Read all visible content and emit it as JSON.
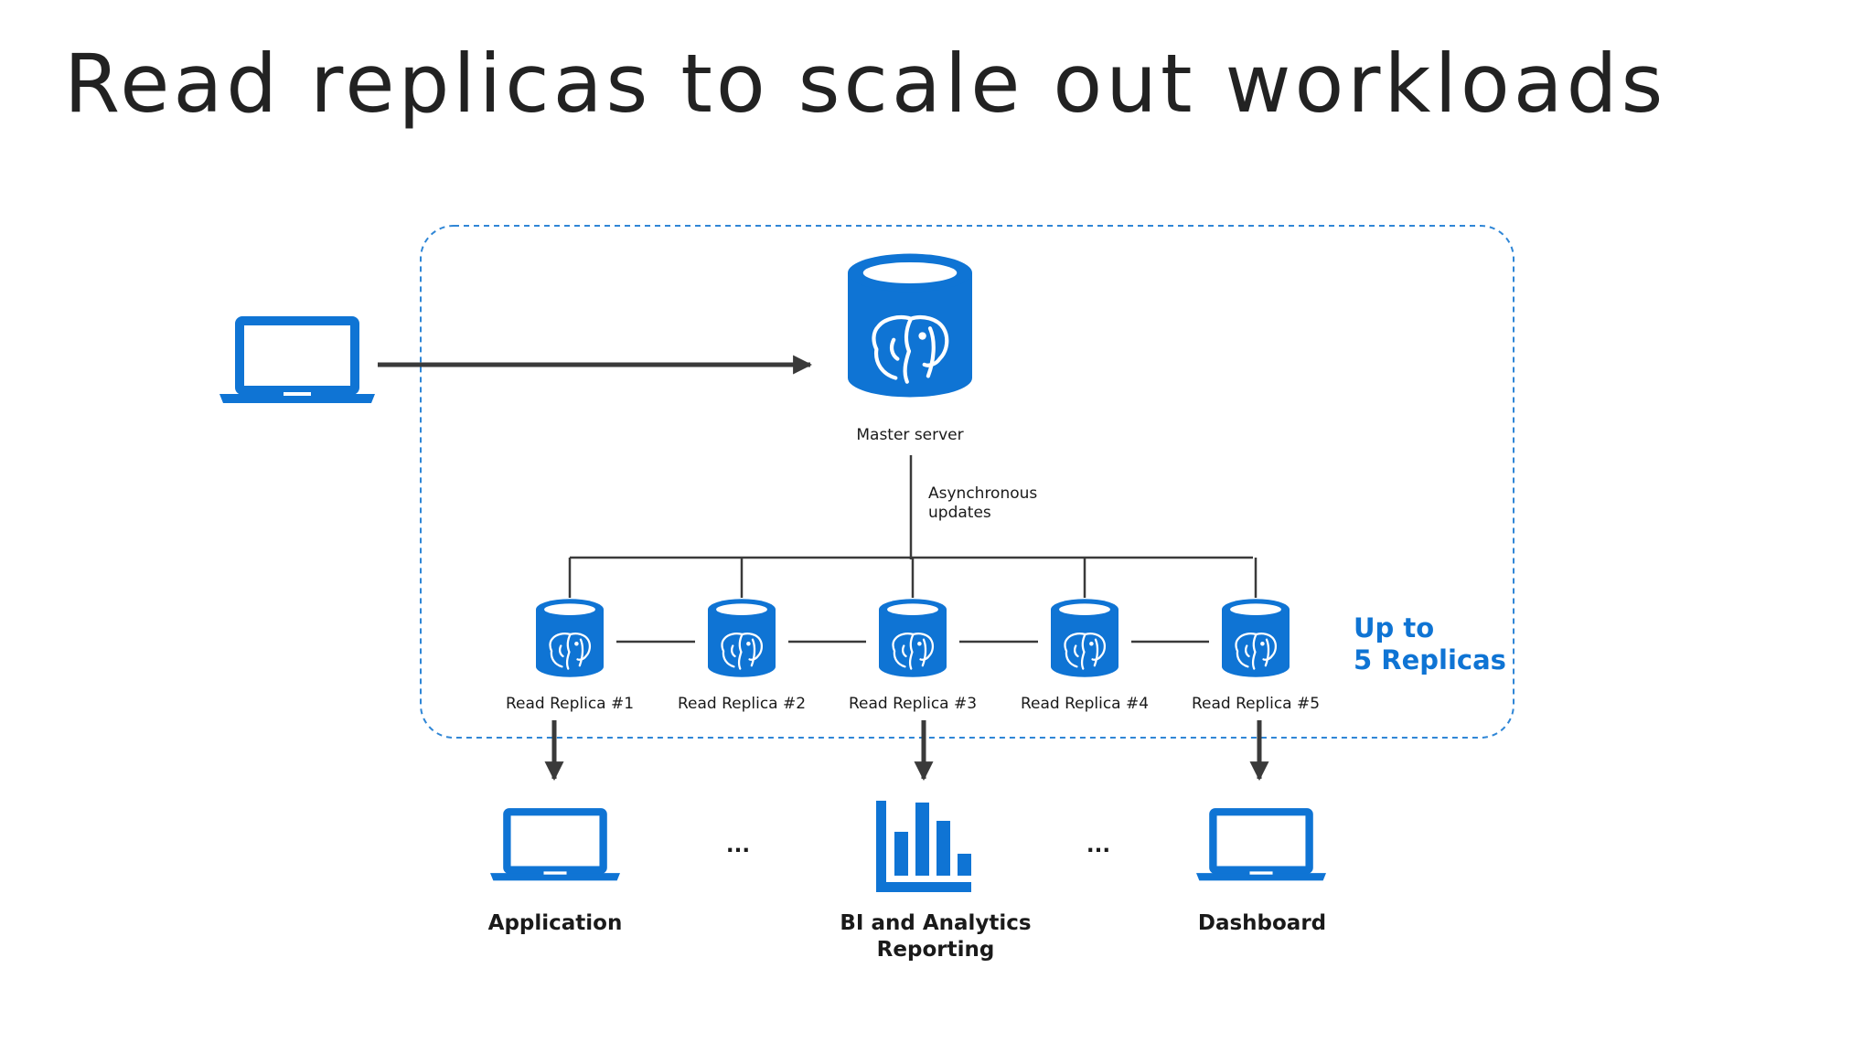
{
  "slide": {
    "title": "Read replicas to scale out workloads"
  },
  "master": {
    "label": "Master server",
    "update_note": [
      "Asynchronous",
      "updates"
    ]
  },
  "replicas": [
    {
      "label": "Read Replica #1"
    },
    {
      "label": "Read Replica #2"
    },
    {
      "label": "Read Replica #3"
    },
    {
      "label": "Read Replica #4"
    },
    {
      "label": "Read Replica #5"
    }
  ],
  "callout": [
    "Up to",
    "5 Replicas"
  ],
  "consumers": [
    {
      "label_lines": [
        "Application"
      ],
      "icon": "laptop-icon"
    },
    {
      "label_lines": [
        "BI and Analytics",
        "Reporting"
      ],
      "icon": "bar-chart-icon"
    },
    {
      "label_lines": [
        "Dashboard"
      ],
      "icon": "laptop-icon"
    }
  ],
  "ellipsis": "...",
  "colors": {
    "accent": "#0f74d4",
    "line": "#3a3a3a",
    "border": "#2f86d6"
  }
}
